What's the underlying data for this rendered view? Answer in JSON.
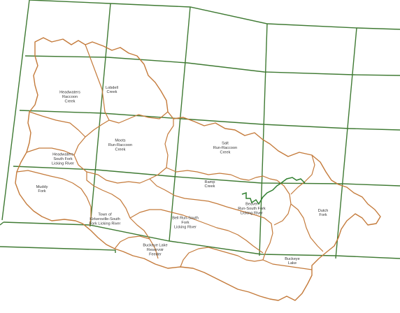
{
  "map": {
    "colors": {
      "grid": "#3f7a33",
      "boundary": "#c47a3a",
      "stream": "#2f7f2f",
      "label": "#333333",
      "background": "#ffffff"
    },
    "regions": [
      {
        "id": "headwaters-raccoon",
        "lines": [
          "Headwaters",
          "Raccoon",
          "Creek"
        ]
      },
      {
        "id": "lobdell",
        "lines": [
          "Lobdell",
          "Creek"
        ]
      },
      {
        "id": "moots-run",
        "lines": [
          "Moots",
          "Run-Raccoon",
          "Creek"
        ]
      },
      {
        "id": "salt-run",
        "lines": [
          "Salt",
          "Run-Raccoon",
          "Creek"
        ]
      },
      {
        "id": "headwaters-south-fork",
        "lines": [
          "Headwaters",
          "South Fork",
          "Licking River"
        ]
      },
      {
        "id": "muddy-fork",
        "lines": [
          "Muddy",
          "Fork"
        ]
      },
      {
        "id": "ramp-creek",
        "lines": [
          "Ramp",
          "Creek"
        ]
      },
      {
        "id": "beaver-run",
        "lines": [
          "Beaver",
          "Run-South Fork",
          "Licking River"
        ]
      },
      {
        "id": "dutch-fork",
        "lines": [
          "Dutch",
          "Fork"
        ]
      },
      {
        "id": "town-of-kirkersville",
        "lines": [
          "Town of",
          "Kirkersville-South",
          "Fork Licking River"
        ]
      },
      {
        "id": "bell-run",
        "lines": [
          "Bell Run-South",
          "Fork",
          "Licking River"
        ]
      },
      {
        "id": "buckeye-lake-reservoir",
        "lines": [
          "Buckeye Lake",
          "Reservoir",
          "Feeder"
        ]
      },
      {
        "id": "buckeye-lake",
        "lines": [
          "Buckeye",
          "Lake"
        ]
      }
    ]
  }
}
